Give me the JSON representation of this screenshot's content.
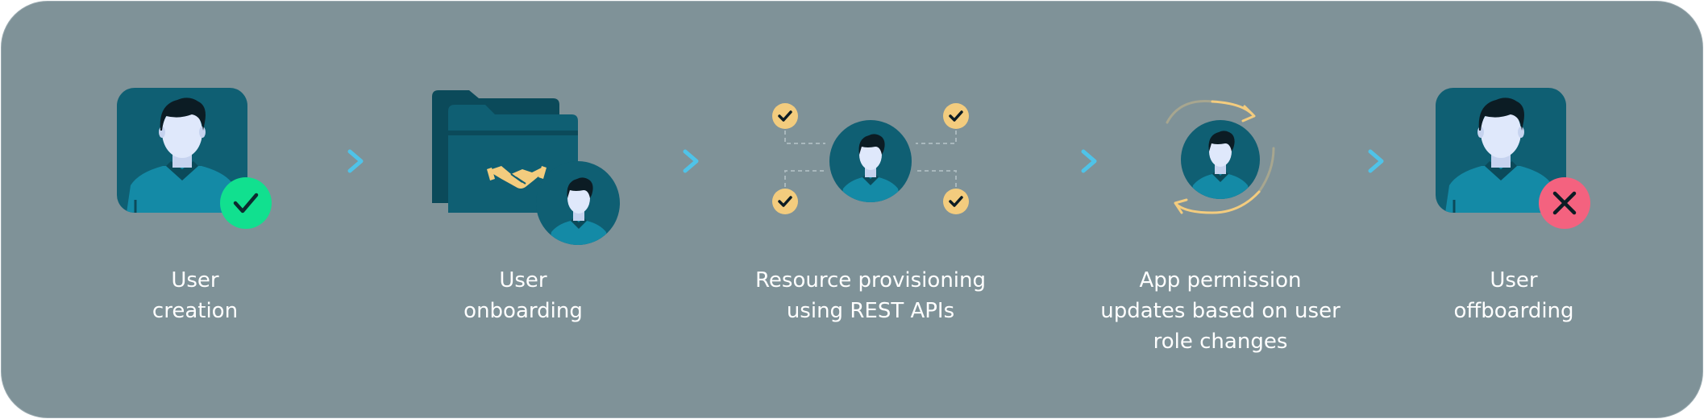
{
  "steps": [
    {
      "id": "user-creation",
      "label_lines": [
        "User",
        "creation"
      ],
      "badge": {
        "icon": "check-icon",
        "color": "#11e08f"
      }
    },
    {
      "id": "user-onboarding",
      "label_lines": [
        "User",
        "onboarding"
      ],
      "icons": [
        "folder-icon",
        "handshake-icon",
        "user-avatar-icon"
      ]
    },
    {
      "id": "resource-provisioning",
      "label_lines": [
        "Resource provisioning",
        "using REST APIs"
      ],
      "icons": [
        "user-avatar-icon",
        "check-icon"
      ]
    },
    {
      "id": "app-permission-updates",
      "label_lines": [
        "App permission",
        "updates  based on user",
        "role  changes"
      ],
      "icons": [
        "user-avatar-icon",
        "sync-arrows-icon"
      ]
    },
    {
      "id": "user-offboarding",
      "label_lines": [
        "User",
        "offboarding"
      ],
      "badge": {
        "icon": "close-icon",
        "color": "#f4627f"
      }
    }
  ],
  "connector_icon": "arrow-right-icon",
  "colors": {
    "background": "#7f9298",
    "tile": "#0f5f73",
    "tile_dark": "#0b4a5a",
    "shirt": "#148aa6",
    "face": "#dfe8fb",
    "hair": "#0c1c24",
    "check_bubble": "#f3cc7e",
    "arrow": "#4fc3e8",
    "label": "#ffffff"
  }
}
